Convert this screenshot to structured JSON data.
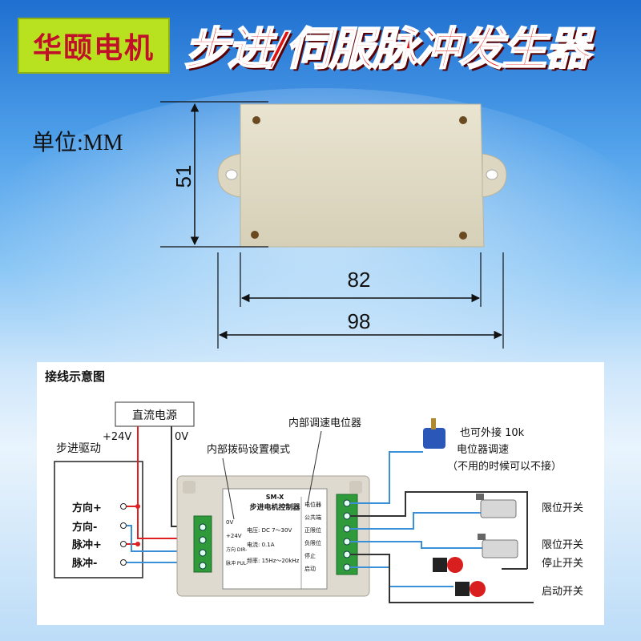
{
  "brand": {
    "name": "华颐电机"
  },
  "title": "步进/伺服脉冲发生器",
  "unit": "单位:MM",
  "dimensions": {
    "height": "51",
    "inner_width": "82",
    "outer_width": "98"
  },
  "wiring": {
    "title": "接线示意图",
    "power_supply": "直流电源",
    "power_plus": "+24V",
    "power_zero": "0V",
    "driver_title": "步进驱动",
    "driver_pins": [
      "方向+",
      "方向-",
      "脉冲+",
      "脉冲-"
    ],
    "dip_label": "内部拨码设置模式",
    "pot_label": "内部调速电位器",
    "ext_pot_line1": "也可外接 10k",
    "ext_pot_line2": "电位器调速",
    "ext_pot_note": "（不用的时候可以不接）",
    "switches": [
      "限位开关",
      "限位开关",
      "停止开关",
      "启动开关"
    ],
    "module": {
      "model": "SM-X",
      "name": "步进电机控制器",
      "left_terminals": [
        "0V",
        "+24V",
        "方向 DIR-",
        "脉冲 PUL-"
      ],
      "right_terminals": [
        "电位器",
        "公共端",
        "正限位",
        "负限位",
        "停止",
        "启动"
      ],
      "spec_voltage": "电压: DC 7～30V",
      "spec_current": "电流: 0.1A",
      "spec_freq": "频率: 15Hz～20kHz"
    }
  },
  "colors": {
    "title_red": "#e01010",
    "brand_green": "#b8e21f",
    "wire_red": "#e02020",
    "wire_blue": "#3a8fd8"
  }
}
